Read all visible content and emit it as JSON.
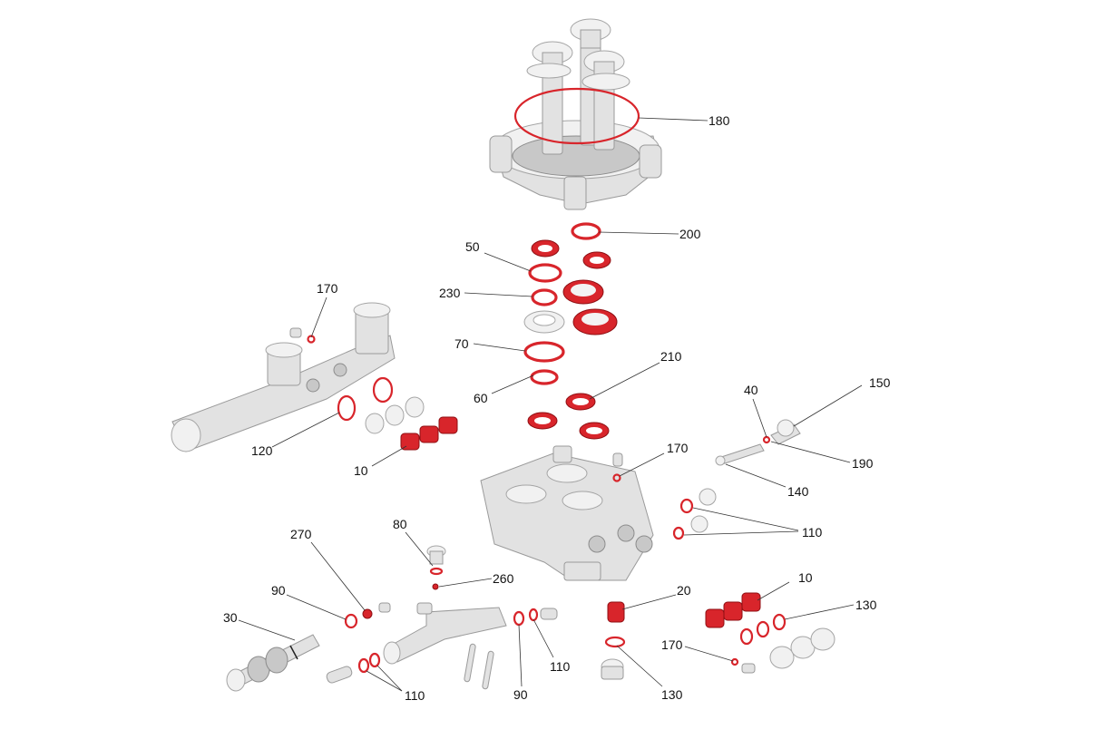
{
  "callouts": [
    {
      "id": "c180a",
      "text": "180"
    },
    {
      "id": "c200",
      "text": "200"
    },
    {
      "id": "c50",
      "text": "50"
    },
    {
      "id": "c230",
      "text": "230"
    },
    {
      "id": "c170a",
      "text": "170"
    },
    {
      "id": "c70",
      "text": "70"
    },
    {
      "id": "c210",
      "text": "210"
    },
    {
      "id": "c60",
      "text": "60"
    },
    {
      "id": "c40",
      "text": "40"
    },
    {
      "id": "c150",
      "text": "150"
    },
    {
      "id": "c120",
      "text": "120"
    },
    {
      "id": "c10a",
      "text": "10"
    },
    {
      "id": "c170b",
      "text": "170"
    },
    {
      "id": "c190",
      "text": "190"
    },
    {
      "id": "c140",
      "text": "140"
    },
    {
      "id": "c110a",
      "text": "110"
    },
    {
      "id": "c80",
      "text": "80"
    },
    {
      "id": "c270",
      "text": "270"
    },
    {
      "id": "c260",
      "text": "260"
    },
    {
      "id": "c90a",
      "text": "90"
    },
    {
      "id": "c20",
      "text": "20"
    },
    {
      "id": "c10b",
      "text": "10"
    },
    {
      "id": "c30",
      "text": "30"
    },
    {
      "id": "c130a",
      "text": "130"
    },
    {
      "id": "c110b",
      "text": "110"
    },
    {
      "id": "c170c",
      "text": "170"
    },
    {
      "id": "c110c",
      "text": "110"
    },
    {
      "id": "c90b",
      "text": "90"
    },
    {
      "id": "c130b",
      "text": "130"
    }
  ],
  "colors": {
    "seal": "#d8252b",
    "part": "#e2e2e2",
    "background": "#ffffff"
  }
}
